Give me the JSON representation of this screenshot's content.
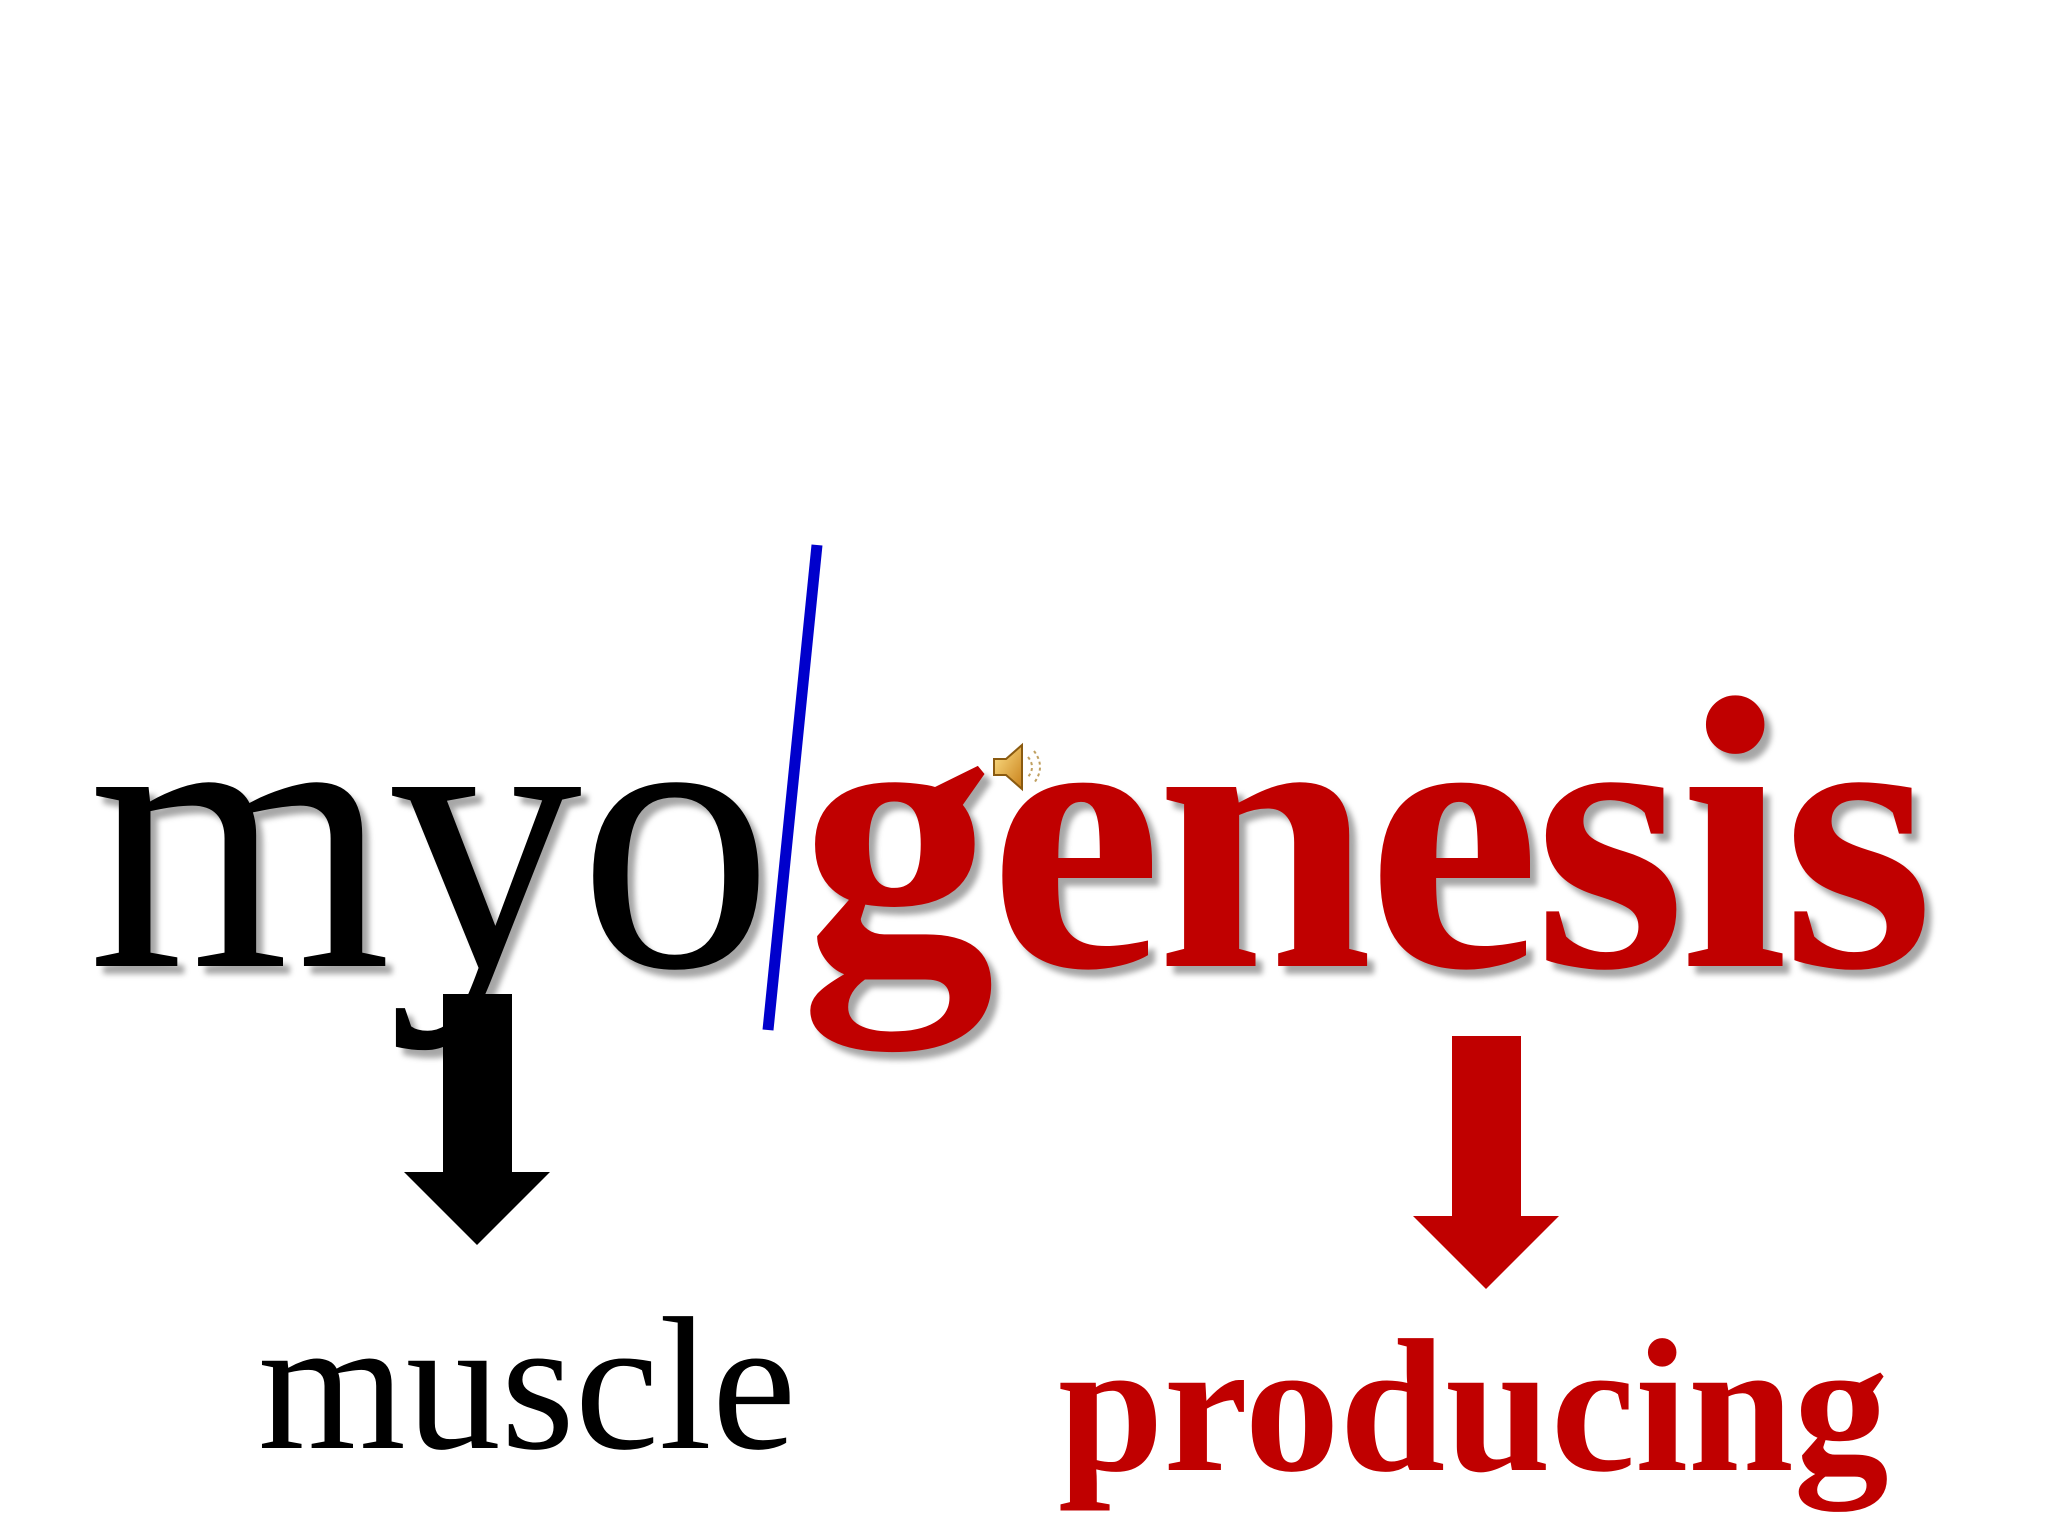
{
  "slide": {
    "prefix": "myo",
    "root": "genesis",
    "prefix_meaning": "muscle",
    "root_meaning": "producing"
  },
  "colors": {
    "prefix": "#000000",
    "root": "#c00000",
    "divider": "#0000cc",
    "speaker": "#e8a020"
  },
  "icons": {
    "audio": "speaker-icon",
    "prefix_arrow": "arrow-down-icon",
    "root_arrow": "arrow-down-icon"
  }
}
